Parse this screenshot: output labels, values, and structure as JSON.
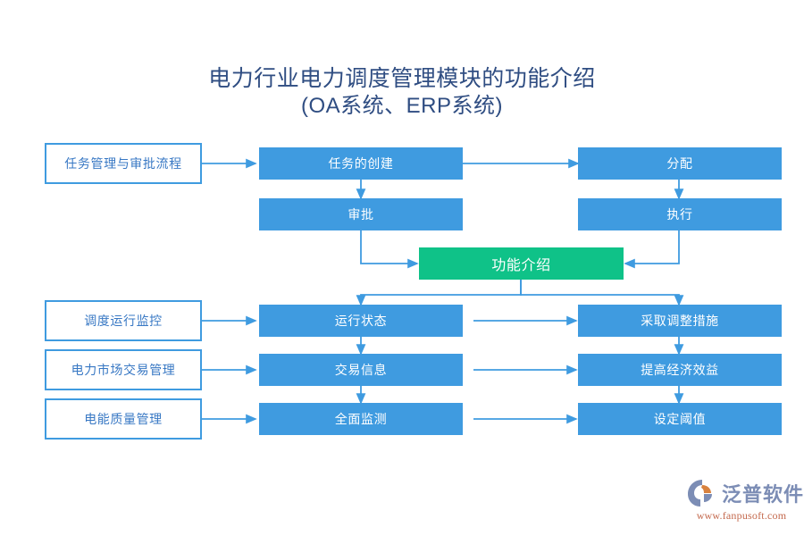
{
  "title": {
    "main": "电力行业电力调度管理模块的功能介绍",
    "sub": "(OA系统、ERP系统)"
  },
  "colors": {
    "node_blue": "#3f9be0",
    "node_green": "#0fc288",
    "outline_blue": "#3f9be0",
    "outline_text": "#3878c4",
    "title_text": "#2f4d82",
    "connector": "#3f9be0",
    "logo_name": "#7c8db5",
    "logo_url": "#c46a4e"
  },
  "nodes": {
    "category_task": "任务管理与审批流程",
    "category_monitor": "调度运行监控",
    "category_market": "电力市场交易管理",
    "category_quality": "电能质量管理",
    "task_create": "任务的创建",
    "task_assign": "分配",
    "task_approve": "审批",
    "task_execute": "执行",
    "center_hub": "功能介绍",
    "run_status": "运行状态",
    "adjust_measure": "采取调整措施",
    "trade_info": "交易信息",
    "economic_benefit": "提高经济效益",
    "full_monitor": "全面监测",
    "set_threshold": "设定阈值"
  },
  "logo": {
    "name": "泛普软件",
    "url": "www.fanpusoft.com"
  }
}
